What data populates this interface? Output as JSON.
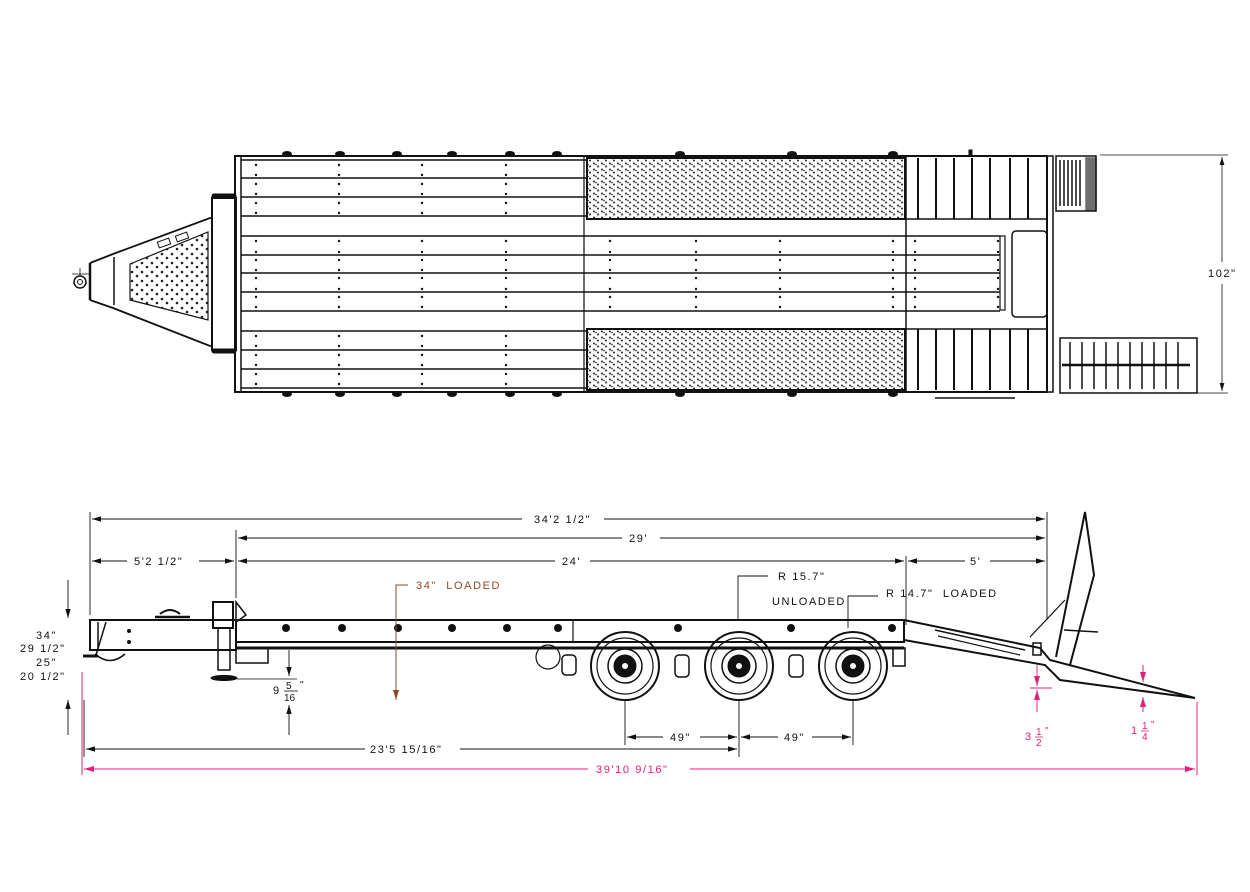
{
  "drawing": {
    "type": "trailer engineering drawing",
    "views": [
      "top-view",
      "side-view"
    ]
  },
  "top_view": {
    "width_label": "102\"",
    "sections": [
      "gooseneck-tongue",
      "main-deck-front",
      "tread-plate-deck",
      "beavertail-deck",
      "ramps"
    ]
  },
  "side_view": {
    "overall_deck_length": "34'2 1/2\"",
    "main_deck_length_with_tail": "29'",
    "tongue_length": "5'2 1/2\"",
    "main_deck_length": "24'",
    "tail_length": "5'",
    "deck_height_loaded": "34\"  LOADED",
    "tire_radius_unloaded_value": "R 15.7\"",
    "tire_radius_unloaded_label": "UNLOADED",
    "tire_radius_loaded": "R 14.7\"  LOADED",
    "heights": [
      "34\"",
      "29 1/2\"",
      "25\"",
      "20 1/2\""
    ],
    "jack_clearance_whole": "9",
    "jack_clearance_num": "5",
    "jack_clearance_den": "16",
    "jack_clearance_unit": "\"",
    "axle_spacing_1": "49\"",
    "axle_spacing_2": "49\"",
    "coupler_to_center_axle": "23'5 15/16\"",
    "overall_length": "39'10 9/16\"",
    "ramp_gap_1_whole": "3",
    "ramp_gap_1_num": "1",
    "ramp_gap_1_den": "2",
    "ramp_gap_2_whole": "1",
    "ramp_gap_2_num": "1",
    "ramp_gap_2_den": "4",
    "frac_unit": "\""
  },
  "colors": {
    "line": "#111111",
    "overall_dimension": "#e0207a",
    "loaded_height": "#8a4a2a"
  }
}
